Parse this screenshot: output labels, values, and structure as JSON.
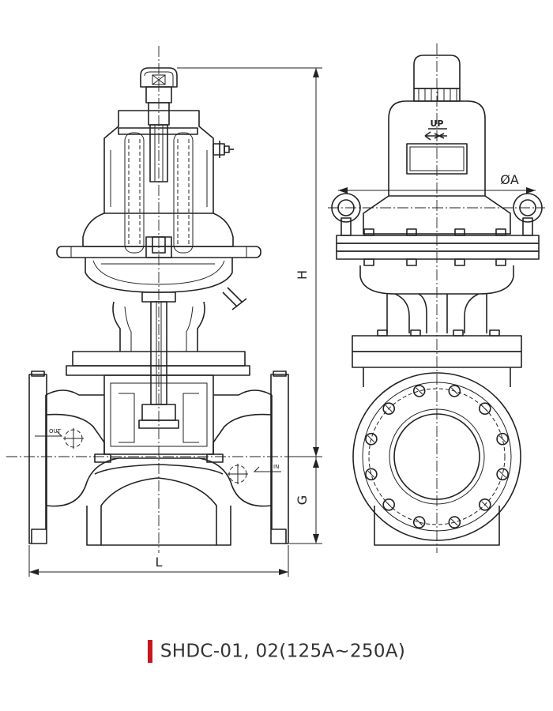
{
  "dimensions": {
    "h": "H",
    "g": "G",
    "l": "L",
    "dia_a": "ØA"
  },
  "flow_labels": {
    "outlet": "OUT",
    "inlet": "IN",
    "direction": "UP"
  },
  "caption": {
    "title": "SHDC-01, 02(125A~250A)",
    "accent_color": "#c8161d"
  }
}
